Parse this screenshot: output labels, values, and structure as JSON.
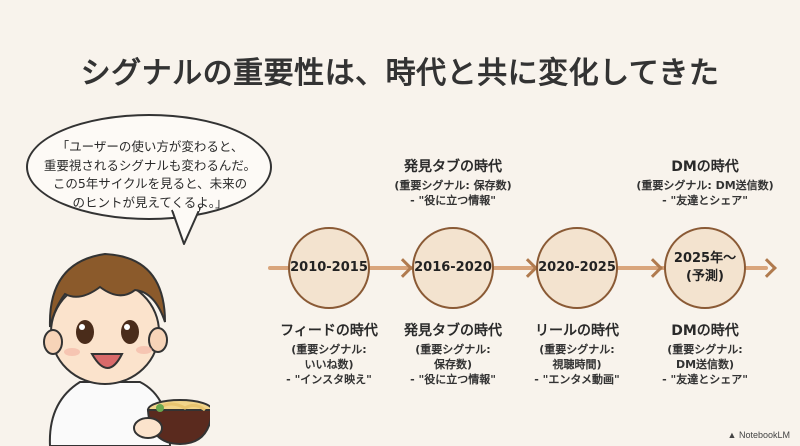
{
  "title": "シグナルの重要性は、時代と共に変化してきた",
  "speech_bubble": {
    "lines": [
      "「ユーザーの使い方が変わると、",
      "重要視されるシグナルも変わるんだ。",
      "この5年サイクルを見ると、未来の",
      "のヒントが見えてくるよ。」"
    ]
  },
  "timeline": {
    "colors": {
      "line": "#d9a57c",
      "arrow": "#b07a4e",
      "circle_fill": "#f3e3cf",
      "circle_border": "#8a5a35"
    },
    "nodes": [
      {
        "label": "2010-2015",
        "sub": ""
      },
      {
        "label": "2016-2020",
        "sub": ""
      },
      {
        "label": "2020-2025",
        "sub": ""
      },
      {
        "label": "2025年〜",
        "sub": "(予測)"
      }
    ],
    "top_labels": [
      {
        "title": "発見タブの時代",
        "line1": "(重要シグナル: 保存数)",
        "line2": "- \"役に立つ情報\""
      },
      {
        "title": "DMの時代",
        "line1": "(重要シグナル: DM送信数)",
        "line2": "- \"友達とシェア\""
      }
    ],
    "bottom_labels": [
      {
        "title": "フィードの時代",
        "line1": "(重要シグナル:",
        "line2": "いいね数)",
        "line3": "- \"インスタ映え\""
      },
      {
        "title": "発見タブの時代",
        "line1": "(重要シグナル:",
        "line2": "保存数)",
        "line3": "- \"役に立つ情報\""
      },
      {
        "title": "リールの時代",
        "line1": "(重要シグナル:",
        "line2": "視聴時間)",
        "line3": "- \"エンタメ動画\""
      },
      {
        "title": "DMの時代",
        "line1": "(重要シグナル:",
        "line2": "DM送信数)",
        "line3": "- \"友達とシェア\""
      }
    ]
  },
  "character": {
    "description": "smiling boy holding udon bowl",
    "icon": "character-illustration"
  },
  "brand": {
    "label": "NotebookLM",
    "icon": "notebooklm-logo-icon"
  }
}
